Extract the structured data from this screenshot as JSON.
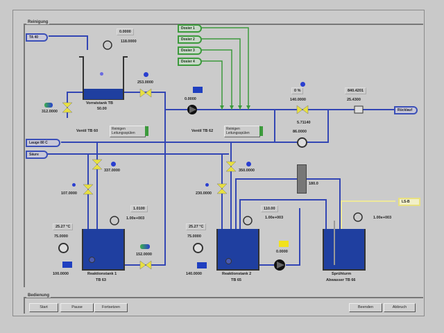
{
  "groups": {
    "process_title": "Reinigung",
    "control_title": "Bedienung"
  },
  "inputs": {
    "top_left_source": "TA 40",
    "blue_source_1": "Lauge 80 C",
    "blue_source_2": "Säure",
    "green_sources": [
      "Dosier 1",
      "Dosier 2",
      "Dosier 3",
      "Dosier 4"
    ],
    "outlet_right": "Rücklauf",
    "yellow_signal": "LS-B"
  },
  "top_tank": {
    "name": "Vorratstank TB",
    "level": "50.00",
    "agitator_value_1": "0.0000",
    "agitator_value_2": "118.0000",
    "inlet_valve_value": "253.0000",
    "outlet_valve_value": "312.0000"
  },
  "pump_main": {
    "value": "0.0000"
  },
  "selectors": [
    {
      "label": "Ventil TB 60",
      "option_1": "Reinigen",
      "option_2": "Leitungsspülen"
    },
    {
      "label": "Ventil TB 62",
      "option_1": "Reinigen",
      "option_2": "Leitungsspülen"
    }
  ],
  "right_section": {
    "control_valve_percent": "0 %",
    "control_valve_value": "140.0000",
    "bypass_value_1": "5.71140",
    "bypass_value_2": "86.0000",
    "flow_meter_value_1": "840.4201",
    "flow_meter_value_2": "25.4300"
  },
  "tank_1": {
    "name": "Reaktionstank 1",
    "id": "TB 63",
    "temperature": "25.27 °C",
    "level": "75.0000",
    "agitator_value_1": "1.0100",
    "agitator_value_2": "1.00e+003",
    "heater_value": "100.0000",
    "inlet_valve_1": "337.0000",
    "inlet_valve_2": "107.0000",
    "outlet_valve": "152.0000"
  },
  "tank_2": {
    "name": "Reaktionstank 2",
    "id": "TB 65",
    "temperature": "25.27 °C",
    "level": "75.0000",
    "agitator_value_1": "110.00",
    "agitator_value_2": "1.00e+003",
    "heater_value": "140.0000",
    "inlet_valve_1": "350.0000",
    "inlet_valve_2": "230.0000",
    "pump_value": "0.0000"
  },
  "filter": {
    "value": "180.0"
  },
  "tank_3": {
    "name": "Sprühturm",
    "id": "Abwasser TB 66",
    "level_value": "1.00e+003"
  },
  "buttons": {
    "start": "Start",
    "pause": "Pause",
    "continue": "Fortsetzen",
    "finish": "Beenden",
    "abort": "Abbruch"
  },
  "colors": {
    "pipe_blue": "#3346b4",
    "pipe_green": "#3c9a3c",
    "pipe_yellow": "#eee89a",
    "liquid": "#1f3fa0",
    "background": "#cbcbcb"
  }
}
